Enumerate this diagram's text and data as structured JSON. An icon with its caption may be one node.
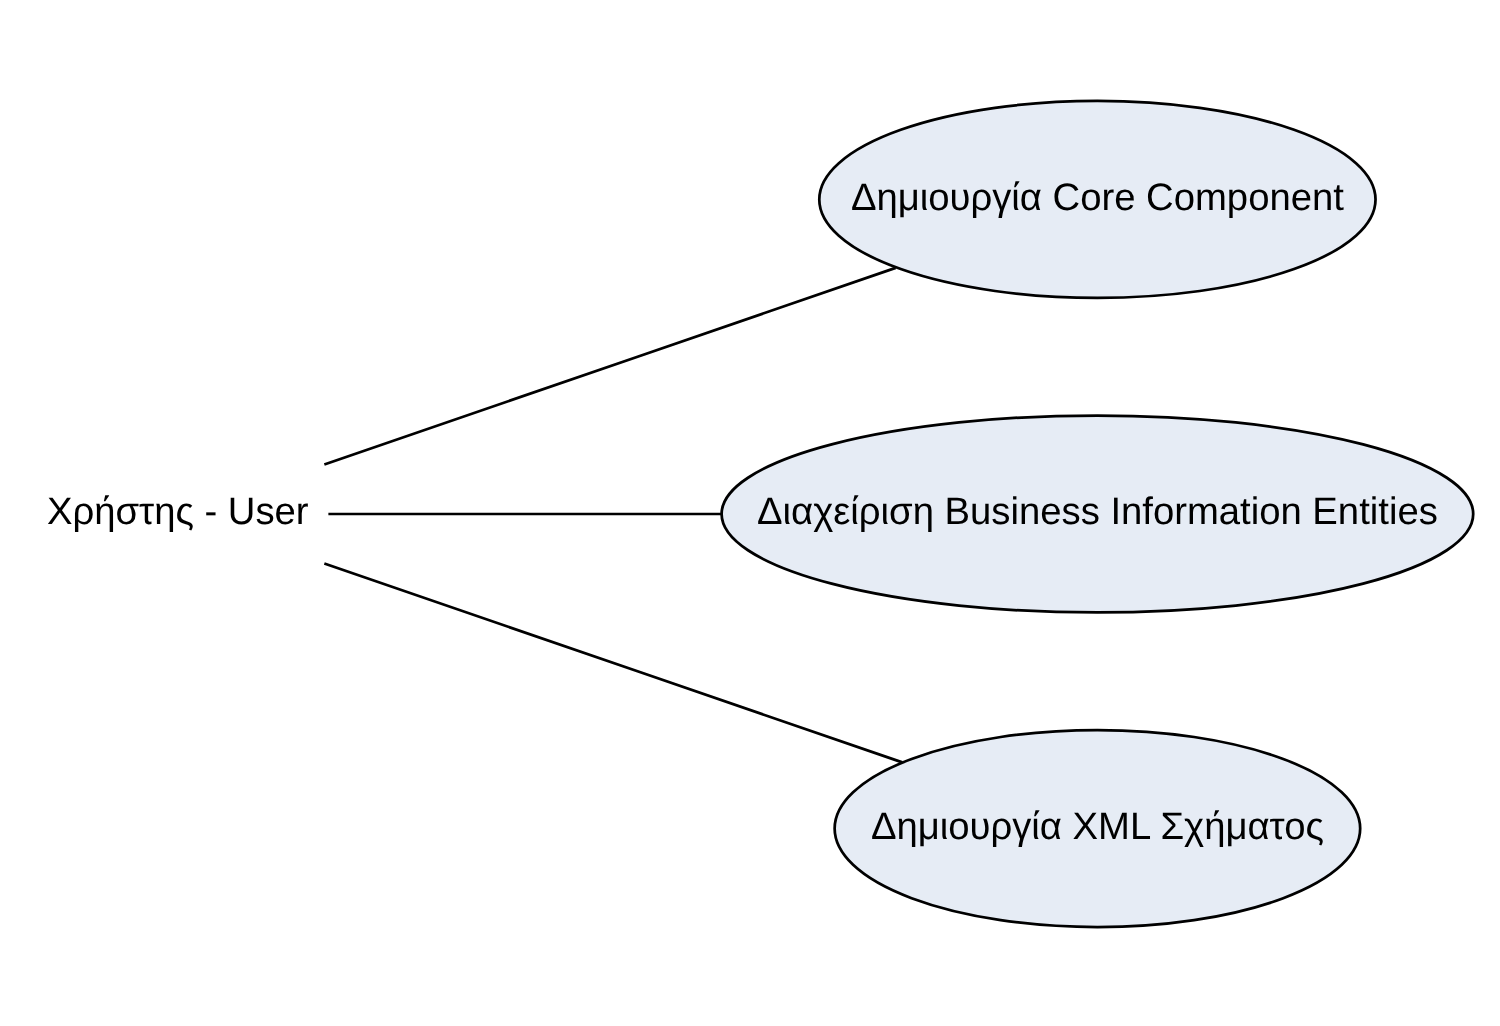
{
  "diagram": {
    "nodes": [
      {
        "text": [
          "Χρήστης - User"
        ]
      },
      {
        "text": [
          "Δημιουργία Core Component"
        ]
      },
      {
        "text": [
          "Διαχείριση Business Information Entities"
        ]
      },
      {
        "text": [
          "Δημιουργία XML Σχήματος"
        ]
      }
    ],
    "edges": [
      {
        "from": 0,
        "to": 1,
        "arrow": "none"
      },
      {
        "from": 0,
        "to": 2,
        "arrow": "none"
      },
      {
        "from": 0,
        "to": 3,
        "arrow": "none"
      }
    ]
  }
}
